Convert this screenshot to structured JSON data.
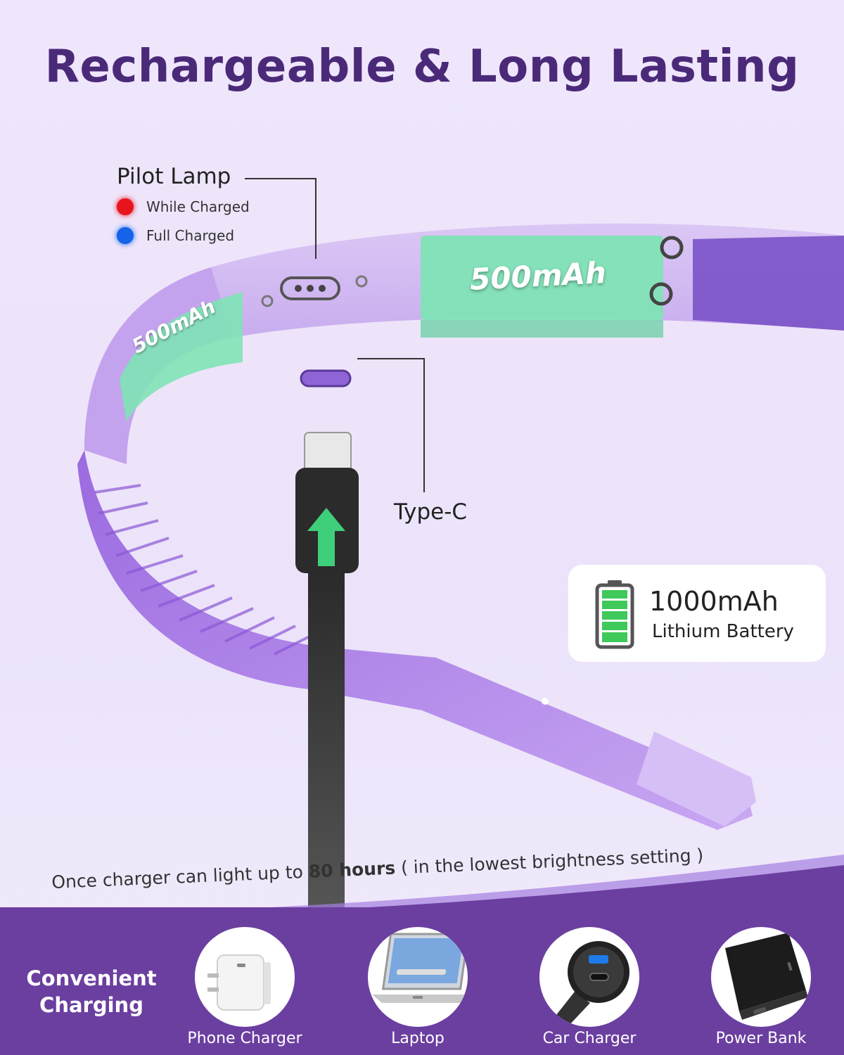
{
  "title": "Rechargeable & Long Lasting",
  "pilot_lamp": {
    "title": "Pilot Lamp",
    "states": [
      {
        "label": "While Charged",
        "color": "#e8141c"
      },
      {
        "label": "Full Charged",
        "color": "#1463e8"
      }
    ]
  },
  "cells": {
    "left": "500mAh",
    "right": "500mAh"
  },
  "port_label": "Type-C",
  "battery": {
    "capacity": "1000mAh",
    "type": "Lithium Battery"
  },
  "note": {
    "before": "Once charger can light up to ",
    "bold": "80 hours",
    "after": " ( in the lowest brightness setting )"
  },
  "charging": {
    "title_line1": "Convenient",
    "title_line2": "Charging",
    "devices": [
      {
        "label": "Phone Charger",
        "icon": "phone-charger-icon"
      },
      {
        "label": "Laptop",
        "icon": "laptop-icon"
      },
      {
        "label": "Car Charger",
        "icon": "car-charger-icon"
      },
      {
        "label": "Power Bank",
        "icon": "power-bank-icon"
      }
    ]
  },
  "colors": {
    "brand": "#4a2a78",
    "band": "#6b3fa0",
    "cell": "#7fe3b5",
    "body": "#b590e8"
  }
}
